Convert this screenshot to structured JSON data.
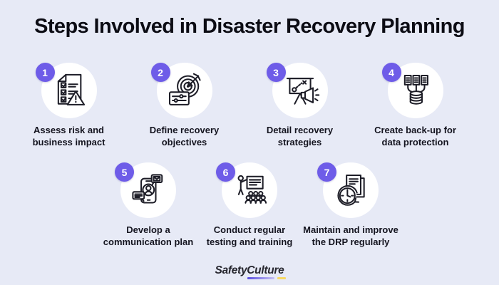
{
  "title": "Steps Involved in Disaster Recovery Planning",
  "steps": [
    {
      "number": "1",
      "line1": "Assess risk and",
      "line2": "business impact",
      "icon": "checklist-warning"
    },
    {
      "number": "2",
      "line1": "Define recovery",
      "line2": "objectives",
      "icon": "target-arrow"
    },
    {
      "number": "3",
      "line1": "Detail recovery",
      "line2": "strategies",
      "icon": "strategy-presentation"
    },
    {
      "number": "4",
      "line1": "Create back-up for",
      "line2": "data protection",
      "icon": "data-backup"
    },
    {
      "number": "5",
      "line1": "Develop a",
      "line2": "communication plan",
      "icon": "phone-communication"
    },
    {
      "number": "6",
      "line1": "Conduct regular",
      "line2": "testing and training",
      "icon": "training-presentation"
    },
    {
      "number": "7",
      "line1": "Maintain and improve",
      "line2": "the DRP regularly",
      "icon": "clock-documents"
    }
  ],
  "footer": {
    "brand_part1": "Safety",
    "brand_part2": "Culture"
  },
  "colors": {
    "background": "#e7eaf6",
    "badge": "#6e5ce8",
    "icon_stroke": "#1d1d27",
    "text": "#14141f",
    "logo_purple": "#5a4fe0",
    "logo_yellow": "#f6d863"
  }
}
